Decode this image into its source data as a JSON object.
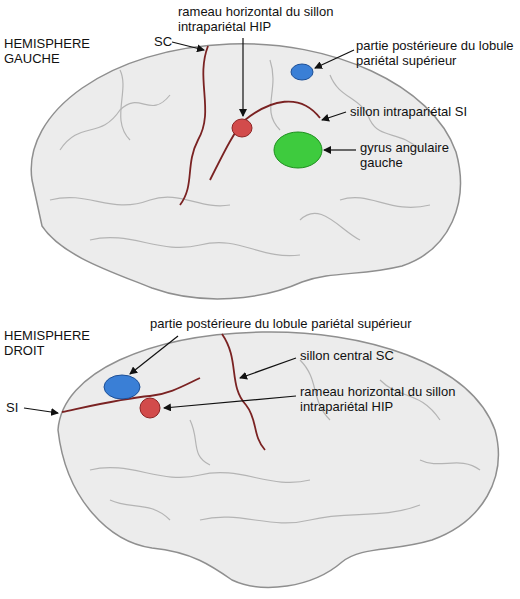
{
  "diagram": {
    "labels": [
      "HEMISPHERE GAUCHE",
      "SC",
      "rameau horizontal du sillon intrapariétal HIP",
      "partie postérieure du lobule pariétal supérieur",
      "sillon intrapariétal SI",
      "gyrus angulaire gauche",
      "HEMISPHERE DROIT",
      "partie postérieure du lobule pariétal supérieur",
      "sillon central SC",
      "SI",
      "rameau horizontal du sillon intrapariétal HIP"
    ]
  }
}
